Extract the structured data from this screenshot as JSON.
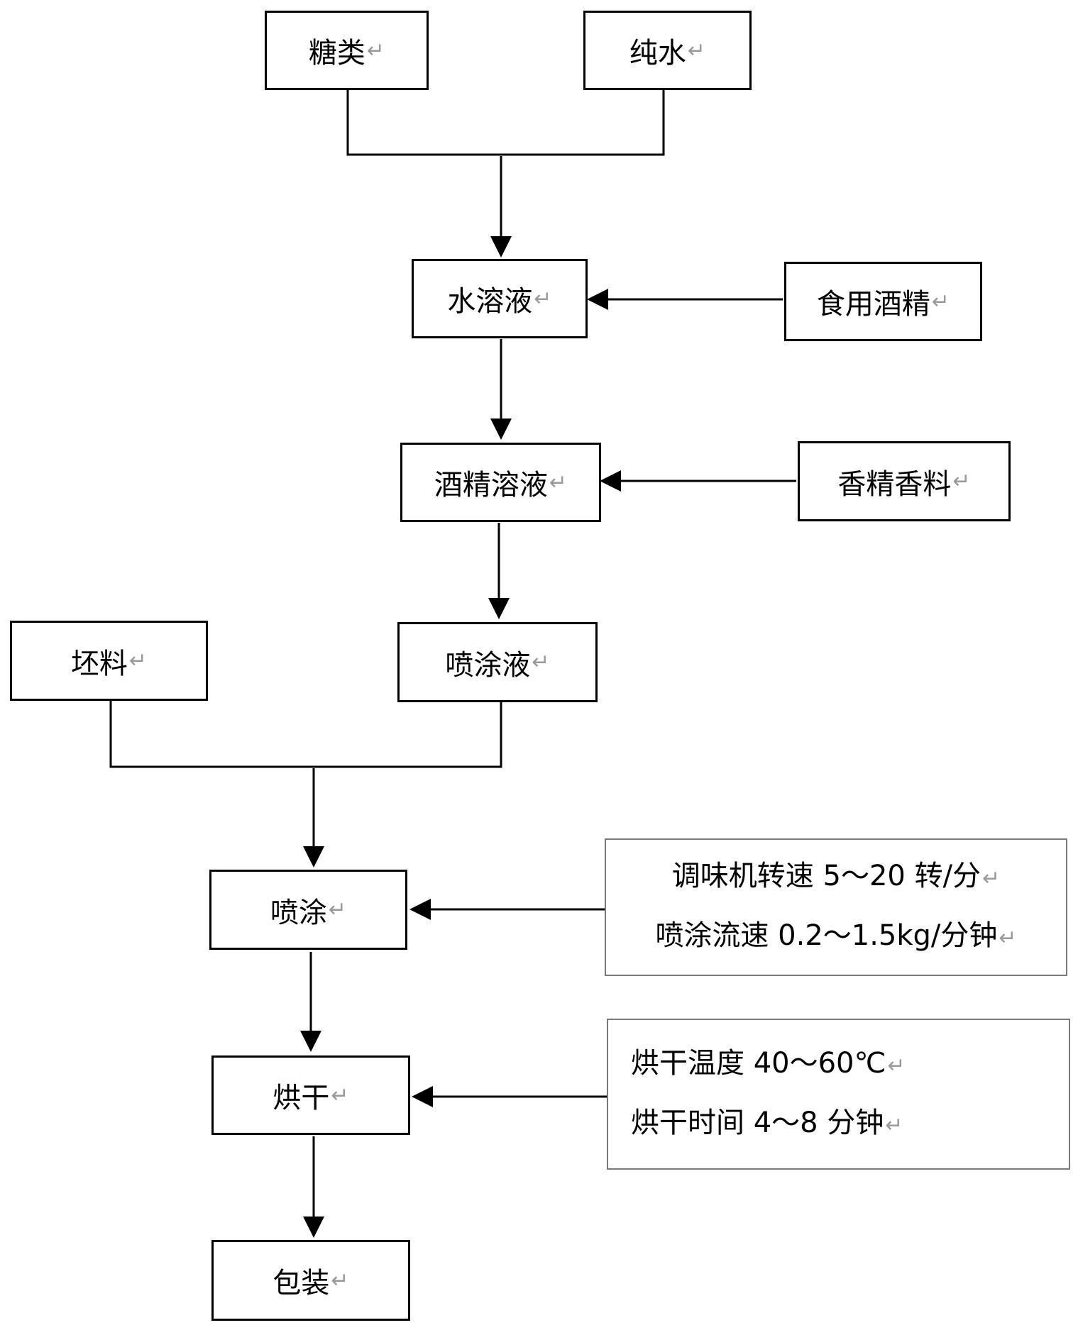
{
  "nodes": {
    "sugar": "糖类",
    "pure_water": "纯水",
    "aqueous_solution": "水溶液",
    "edible_alcohol": "食用酒精",
    "alcohol_solution": "酒精溶液",
    "flavor_spice": "香精香料",
    "blank_material": "坯料",
    "spray_liquid": "喷涂液",
    "spraying": "喷涂",
    "drying": "烘干",
    "packaging": "包装"
  },
  "notes": {
    "spraying_params": [
      "调味机转速 5～20 转/分",
      "喷涂流速 0.2～1.5kg/分钟"
    ],
    "drying_params": [
      "烘干温度 40～60℃",
      "烘干时间 4～8 分钟"
    ]
  },
  "paragraph_mark": "↵"
}
